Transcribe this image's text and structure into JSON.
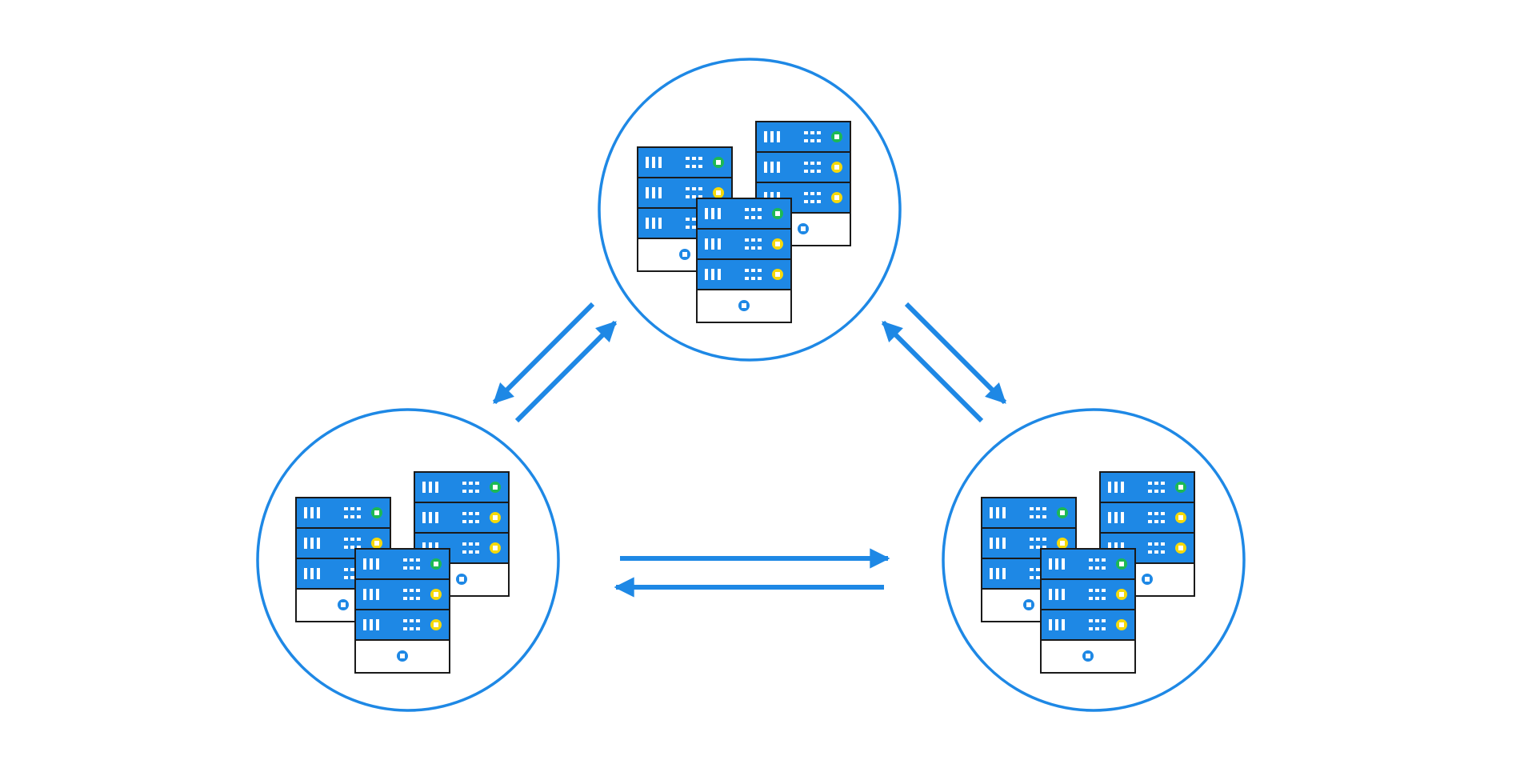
{
  "colors": {
    "background": "#ffffff",
    "ring": "#1e88e5",
    "arrow": "#1e88e5",
    "server_body": "#1e88e5",
    "server_outline": "#1a1a1a",
    "server_base": "#ffffff",
    "led_green": "#1db954",
    "led_yellow": "#f5d90a",
    "slot": "#ffffff"
  },
  "nodes": [
    {
      "id": "node-top",
      "icon": "server-cluster-icon"
    },
    {
      "id": "node-left",
      "icon": "server-cluster-icon"
    },
    {
      "id": "node-right",
      "icon": "server-cluster-icon"
    }
  ],
  "links": [
    {
      "from": "node-top",
      "to": "node-left",
      "direction": "bidirectional"
    },
    {
      "from": "node-top",
      "to": "node-right",
      "direction": "bidirectional"
    },
    {
      "from": "node-left",
      "to": "node-right",
      "direction": "bidirectional"
    }
  ],
  "rack": {
    "led_pattern": [
      "green",
      "yellow",
      "yellow"
    ]
  }
}
